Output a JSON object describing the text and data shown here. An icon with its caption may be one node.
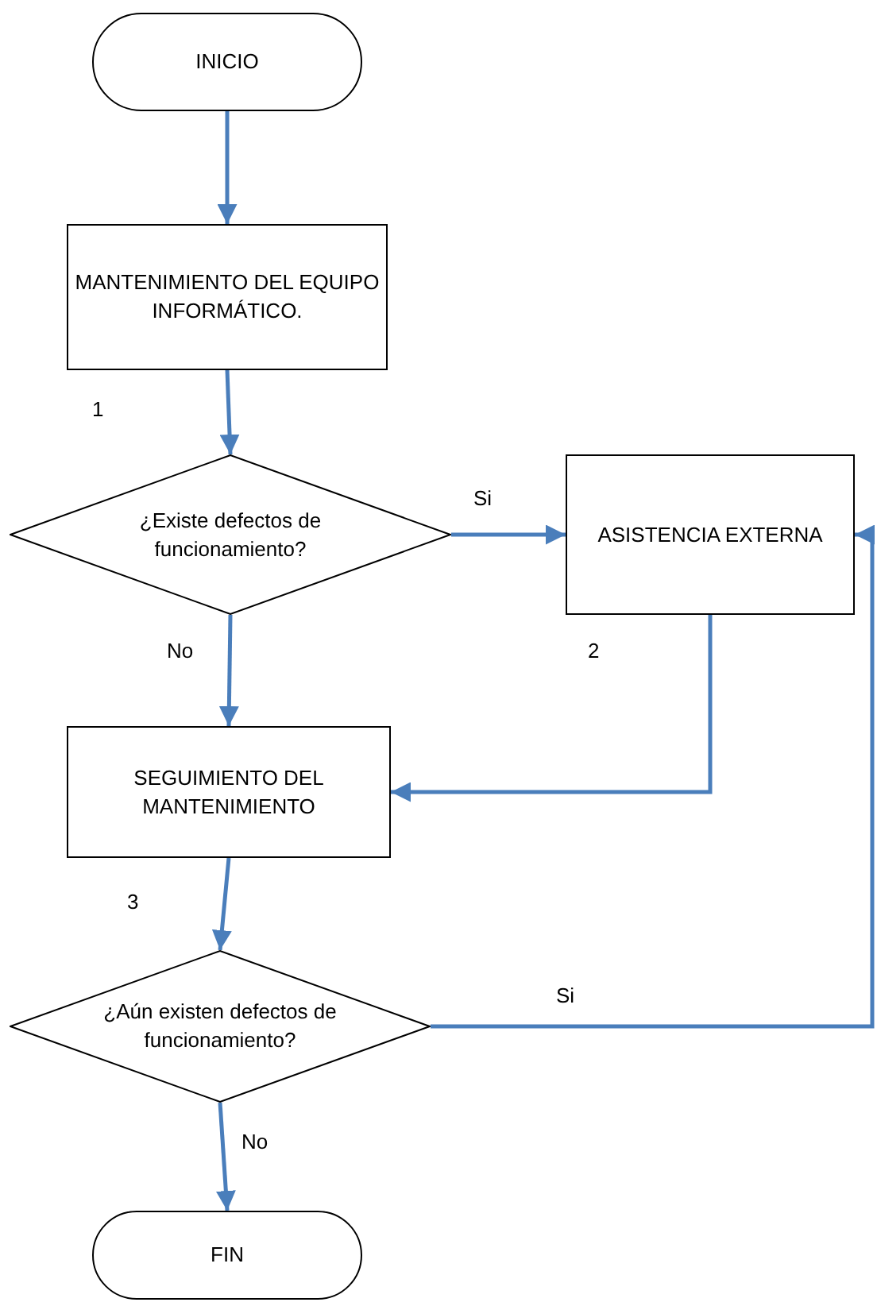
{
  "diagram": {
    "nodes": [
      {
        "text": [
          "INICIO"
        ]
      },
      {
        "text": [
          "MANTENIMIENTO DEL EQUIPO INFORMÁTICO."
        ],
        "beside": [
          "1"
        ]
      },
      {
        "text": [
          "¿Existe defectos de funcionamiento?"
        ]
      },
      {
        "text": [
          "ASISTENCIA EXTERNA"
        ],
        "beside": [
          "2"
        ]
      },
      {
        "text": [
          "SEGUIMIENTO DEL MANTENIMIENTO"
        ],
        "beside": [
          "3"
        ]
      },
      {
        "text": [
          "¿Aún existen defectos de funcionamiento?"
        ]
      },
      {
        "text": [
          "FIN"
        ]
      }
    ],
    "edges": [
      {
        "from": 0,
        "to": 1,
        "arrow": "to"
      },
      {
        "from": 1,
        "to": 2,
        "arrow": "to"
      },
      {
        "from": 2,
        "to": 3,
        "arrow": "to",
        "label": "Si"
      },
      {
        "from": 2,
        "to": 4,
        "arrow": "to",
        "label": "No"
      },
      {
        "from": 3,
        "to": 4,
        "arrow": "to"
      },
      {
        "from": 4,
        "to": 5,
        "arrow": "to"
      },
      {
        "from": 5,
        "to": 3,
        "arrow": "to",
        "label": "Si"
      },
      {
        "from": 5,
        "to": 6,
        "arrow": "to",
        "label": "No"
      }
    ]
  }
}
